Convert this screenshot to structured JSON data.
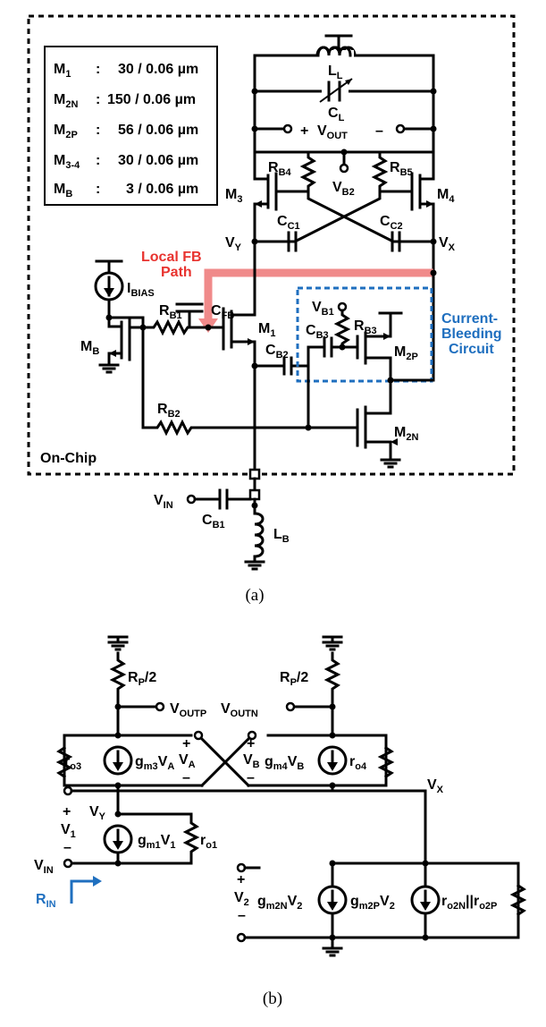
{
  "figure_a": {
    "caption": "(a)",
    "boundary_label": "On-Chip",
    "fb_path_label_1": "Local FB",
    "fb_path_label_2": "Path",
    "bleed_label_1": "Current-",
    "bleed_label_2": "Bleeding",
    "bleed_label_3": "Circuit",
    "table": [
      {
        "name": "M",
        "sub": "1",
        "sep": ":",
        "value": "30 / 0.06 µm"
      },
      {
        "name": "M",
        "sub": "2N",
        "sep": ":",
        "value": "150 / 0.06 µm"
      },
      {
        "name": "M",
        "sub": "2P",
        "sep": ":",
        "value": "56 / 0.06 µm"
      },
      {
        "name": "M",
        "sub": "3-4",
        "sep": ":",
        "value": "30 / 0.06 µm"
      },
      {
        "name": "M",
        "sub": "B",
        "sep": ":",
        "value": "3 / 0.06 µm"
      }
    ],
    "labels": {
      "LL": "L",
      "LL_sub": "L",
      "CL": "C",
      "CL_sub": "L",
      "VOUT_plus": "+",
      "VOUT": "V",
      "VOUT_sub": "OUT",
      "VOUT_minus": "–",
      "RB4": "R",
      "RB4_sub": "B4",
      "RB5": "R",
      "RB5_sub": "B5",
      "VB2": "V",
      "VB2_sub": "B2",
      "M3": "M",
      "M3_sub": "3",
      "M4": "M",
      "M4_sub": "4",
      "CC1": "C",
      "CC1_sub": "C1",
      "CC2": "C",
      "CC2_sub": "C2",
      "VY": "V",
      "VY_sub": "Y",
      "VX": "V",
      "VX_sub": "X",
      "IBIAS": "I",
      "IBIAS_sub": "BIAS",
      "CFB": "C",
      "CFB_sub": "FB",
      "VB1": "V",
      "VB1_sub": "B1",
      "RB3": "R",
      "RB3_sub": "B3",
      "CB3": "C",
      "CB3_sub": "B3",
      "M2P": "M",
      "M2P_sub": "2P",
      "MB": "M",
      "MB_sub": "B",
      "RB1": "R",
      "RB1_sub": "B1",
      "M1": "M",
      "M1_sub": "1",
      "CB2": "C",
      "CB2_sub": "B2",
      "RB2": "R",
      "RB2_sub": "B2",
      "M2N": "M",
      "M2N_sub": "2N",
      "VIN": "V",
      "VIN_sub": "IN",
      "CB1": "C",
      "CB1_sub": "B1",
      "LB": "L",
      "LB_sub": "B"
    }
  },
  "figure_b": {
    "caption": "(b)",
    "labels": {
      "RP1": "R",
      "RP1_sub": "P",
      "RP1_tail": "/2",
      "RP2": "R",
      "RP2_sub": "P",
      "RP2_tail": "/2",
      "VOUTP": "V",
      "VOUTP_sub": "OUTP",
      "VOUTN": "V",
      "VOUTN_sub": "OUTN",
      "ro3": "r",
      "ro3_sub": "o3",
      "gm3": "g",
      "gm3_sub": "m3",
      "gm3_tail": "V",
      "gm3_tail_sub": "A",
      "VA_plus": "+",
      "VA": "V",
      "VA_sub": "A",
      "VA_minus": "–",
      "VB_plus": "+",
      "VB": "V",
      "VB_sub": "B",
      "VB_minus": "–",
      "gm4": "g",
      "gm4_sub": "m4",
      "gm4_tail": "V",
      "gm4_tail_sub": "B",
      "ro4": "r",
      "ro4_sub": "o4",
      "VX": "V",
      "VX_sub": "X",
      "VY": "V",
      "VY_sub": "Y",
      "V1_plus": "+",
      "V1": "V",
      "V1_sub": "1",
      "V1_minus": "–",
      "gm1": "g",
      "gm1_sub": "m1",
      "gm1_tail": "V",
      "gm1_tail_sub": "1",
      "ro1": "r",
      "ro1_sub": "o1",
      "VIN": "V",
      "VIN_sub": "IN",
      "RIN": "R",
      "RIN_sub": "IN",
      "V2_plus": "+",
      "V2": "V",
      "V2_sub": "2",
      "V2_minus": "–",
      "gm2N": "g",
      "gm2N_sub": "m2N",
      "gm2N_tail": "V",
      "gm2N_tail_sub": "2",
      "gm2P": "g",
      "gm2P_sub": "m2P",
      "gm2P_tail": "V",
      "gm2P_tail_sub": "2",
      "ro2": "r",
      "ro2_sub": "o2N",
      "ro2_mid": "||",
      "ro2_b": "r",
      "ro2_b_sub": "o2P"
    }
  },
  "colors": {
    "wire": "#000000",
    "fb_path": "#f08a8a",
    "bleed_box": "#1f6fbf",
    "label_red": "#e8332f",
    "label_blue": "#1f6fbf"
  }
}
